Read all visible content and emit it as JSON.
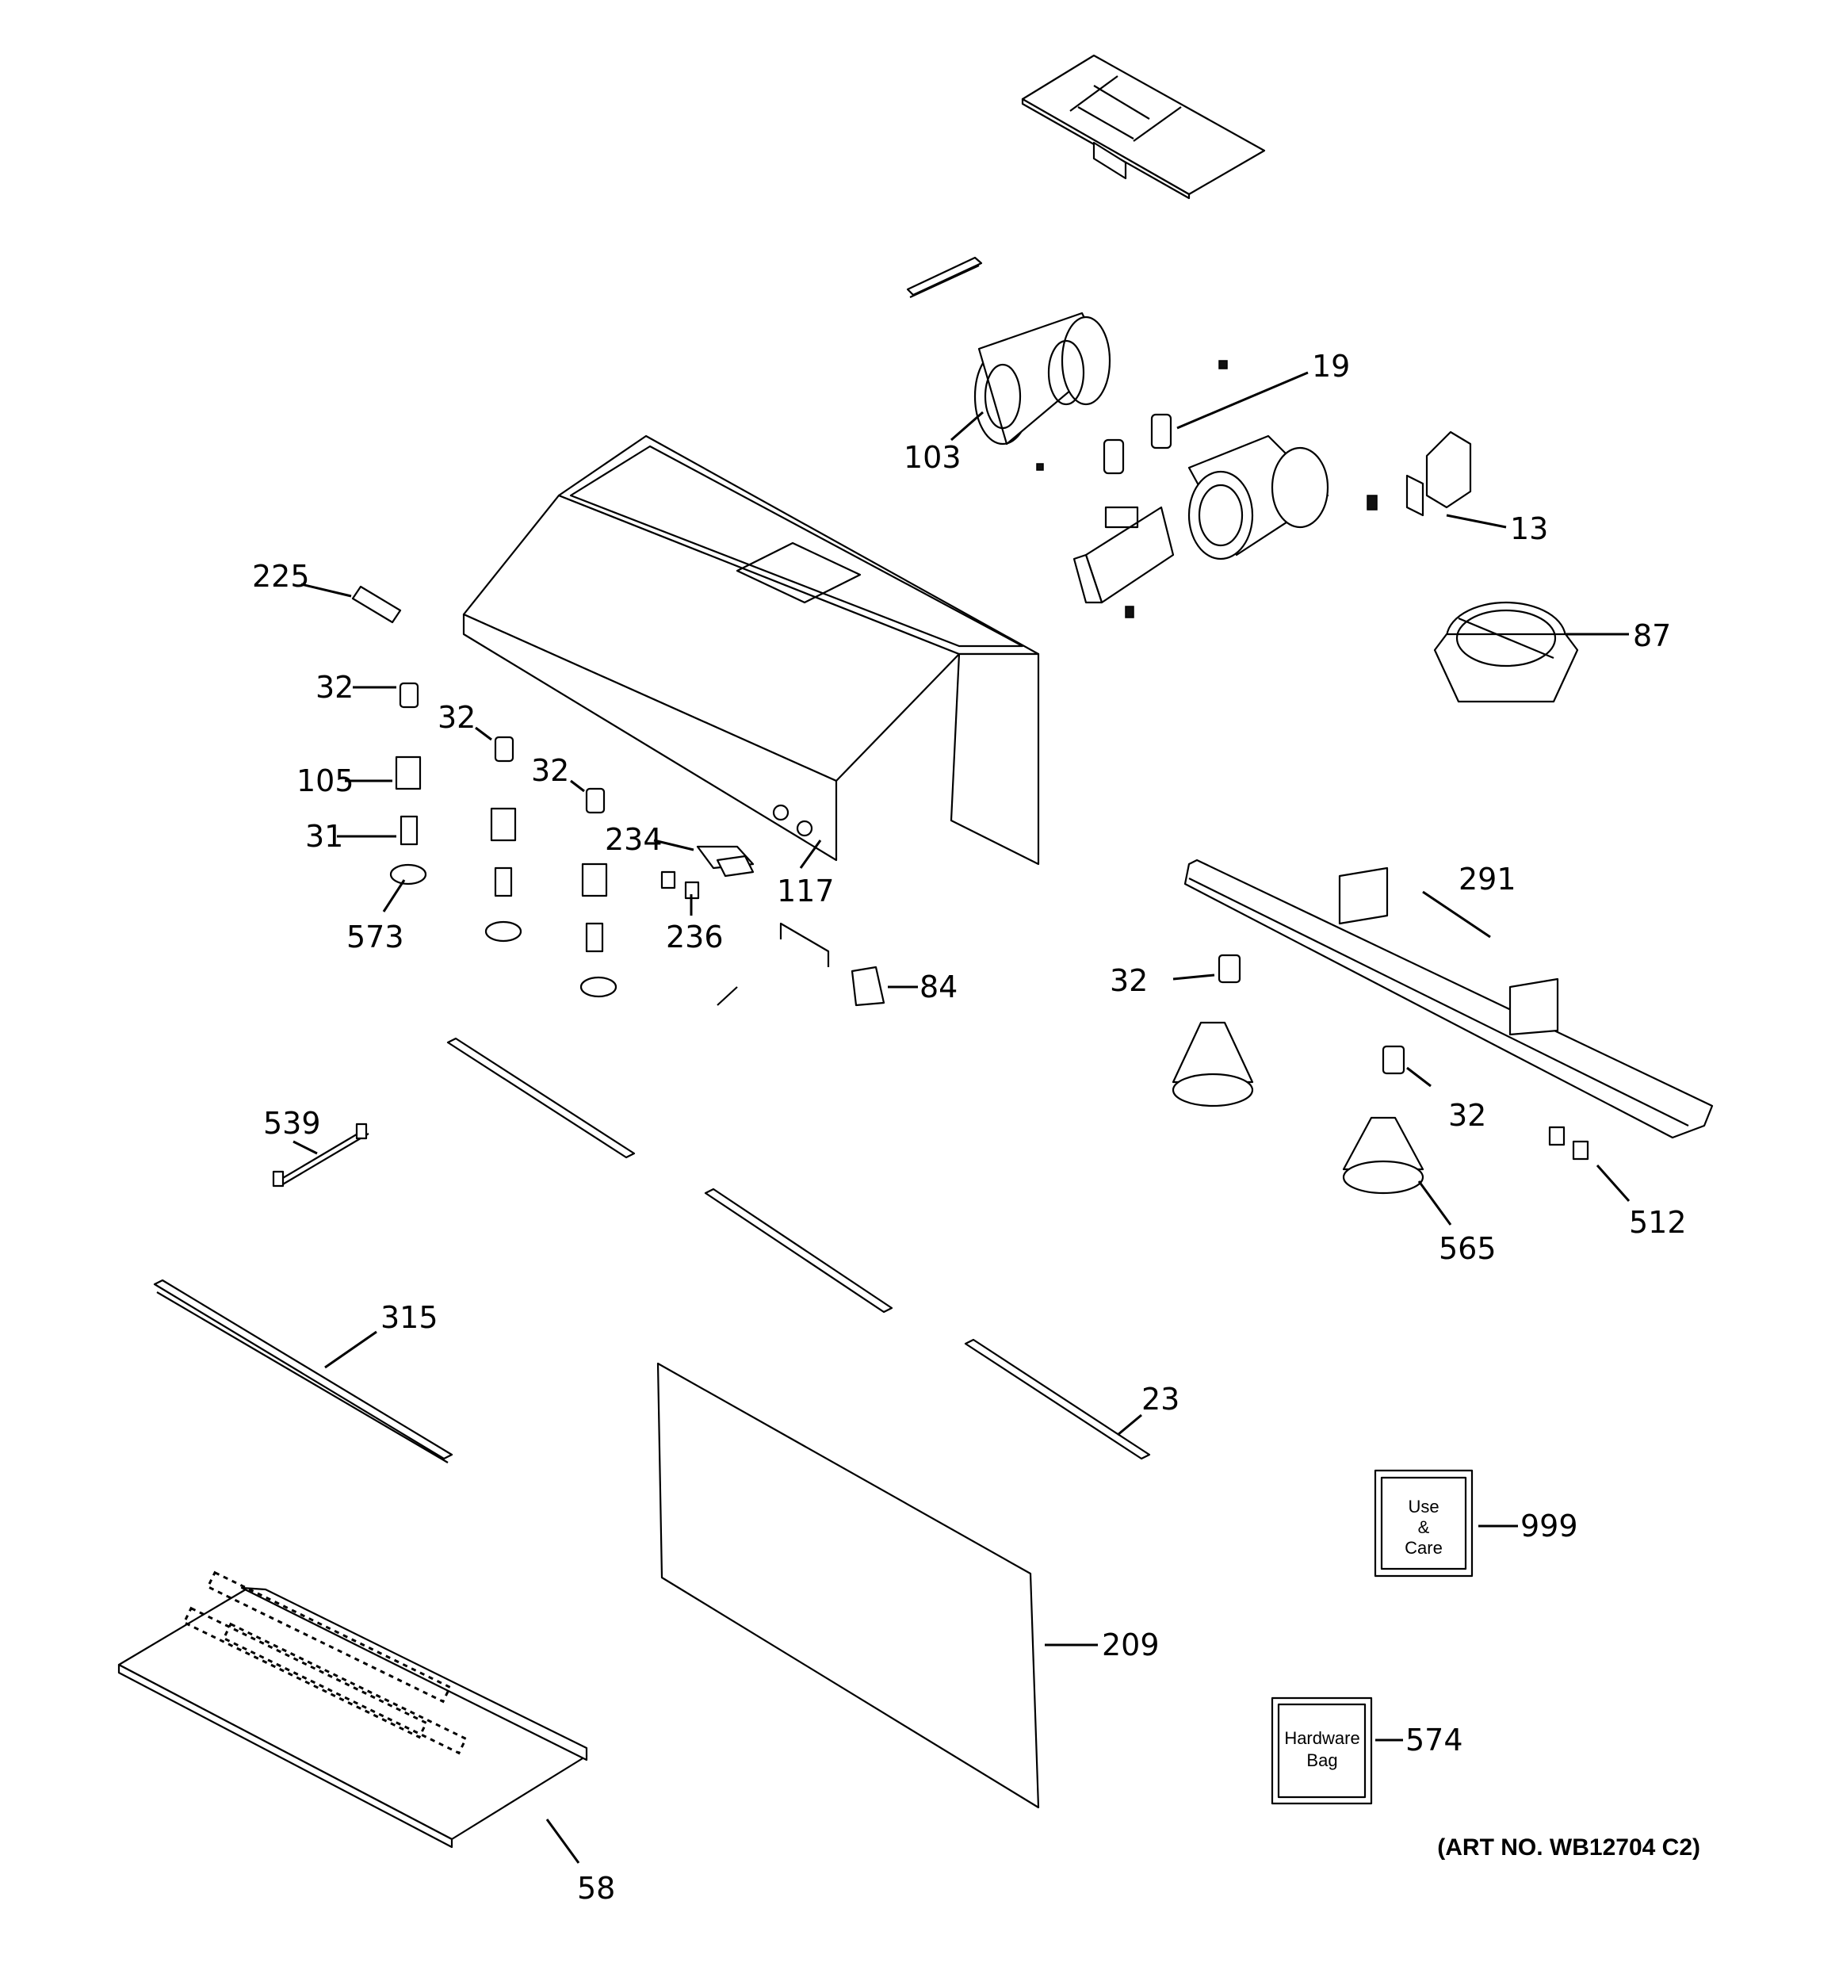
{
  "diagram": {
    "art_number": "(ART NO. WB12704 C2)",
    "use_care_box": {
      "line1": "Use",
      "line2": "&",
      "line3": "Care"
    },
    "hardware_bag_box": {
      "line1": "Hardware",
      "line2": "Bag"
    },
    "callouts": {
      "c19": "19",
      "c103": "103",
      "c13": "13",
      "c87": "87",
      "c225": "225",
      "c32_a": "32",
      "c32_b": "32",
      "c32_c": "32",
      "c105": "105",
      "c31": "31",
      "c573": "573",
      "c234": "234",
      "c117": "117",
      "c236": "236",
      "c84": "84",
      "c291": "291",
      "c32_d": "32",
      "c32_e": "32",
      "c565": "565",
      "c512": "512",
      "c539": "539",
      "c315": "315",
      "c23": "23",
      "c999": "999",
      "c209": "209",
      "c574": "574",
      "c58": "58"
    }
  }
}
